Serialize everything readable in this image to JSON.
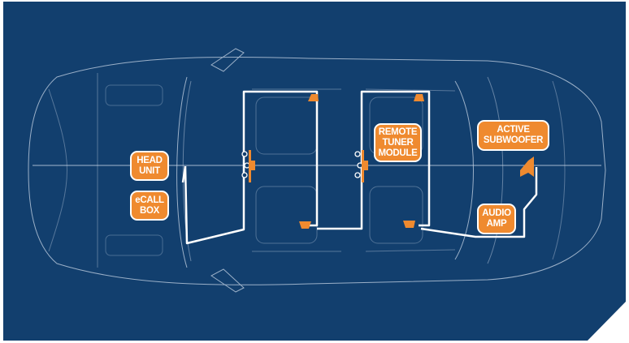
{
  "diagram_title": "",
  "colors": {
    "background": "#123f6e",
    "accent": "#ef8a2f",
    "line": "#ffffff"
  },
  "components": [
    {
      "id": "head-unit",
      "lines": [
        "HEAD",
        "UNIT"
      ]
    },
    {
      "id": "ecall-box",
      "lines": [
        "eCALL",
        "BOX"
      ]
    },
    {
      "id": "remote-tuner-module",
      "lines": [
        "REMOTE",
        "TUNER",
        "MODULE"
      ]
    },
    {
      "id": "active-subwoofer",
      "lines": [
        "ACTIVE",
        "SUBWOOFER"
      ]
    },
    {
      "id": "audio-amp",
      "lines": [
        "AUDIO",
        "AMP"
      ]
    }
  ]
}
